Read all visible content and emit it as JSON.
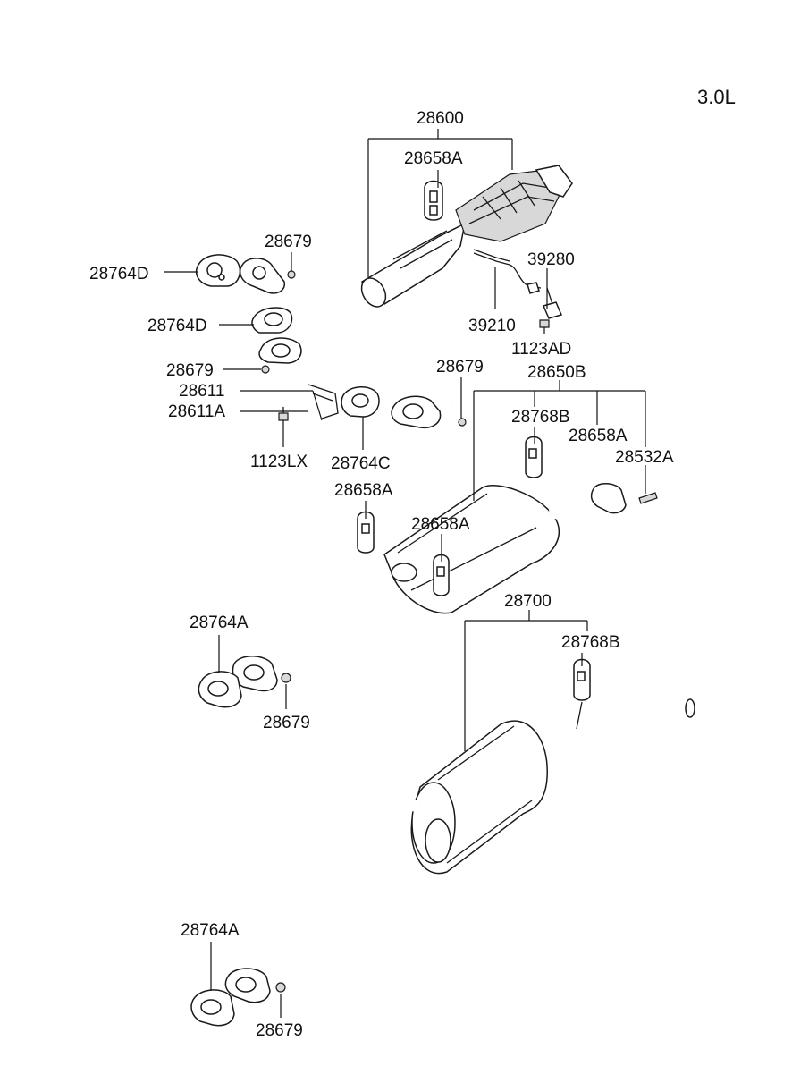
{
  "diagram": {
    "engine_label": "3.0L",
    "labels": {
      "l_28600": "28600",
      "l_28658A_1": "28658A",
      "l_28679_1": "28679",
      "l_28764D_1": "28764D",
      "l_28764D_2": "28764D",
      "l_39280": "39280",
      "l_39210": "39210",
      "l_1123AD": "1123AD",
      "l_28679_2": "28679",
      "l_28611": "28611",
      "l_28611A": "28611A",
      "l_28679_3": "28679",
      "l_28650B": "28650B",
      "l_28768B_1": "28768B",
      "l_28658A_2": "28658A",
      "l_28532A": "28532A",
      "l_1123LX": "1123LX",
      "l_28764C": "28764C",
      "l_28658A_3": "28658A",
      "l_28658A_4": "28658A",
      "l_28764A_1": "28764A",
      "l_28679_4": "28679",
      "l_28700": "28700",
      "l_28768B_2": "28768B",
      "l_28764A_2": "28764A",
      "l_28679_5": "28679"
    }
  }
}
